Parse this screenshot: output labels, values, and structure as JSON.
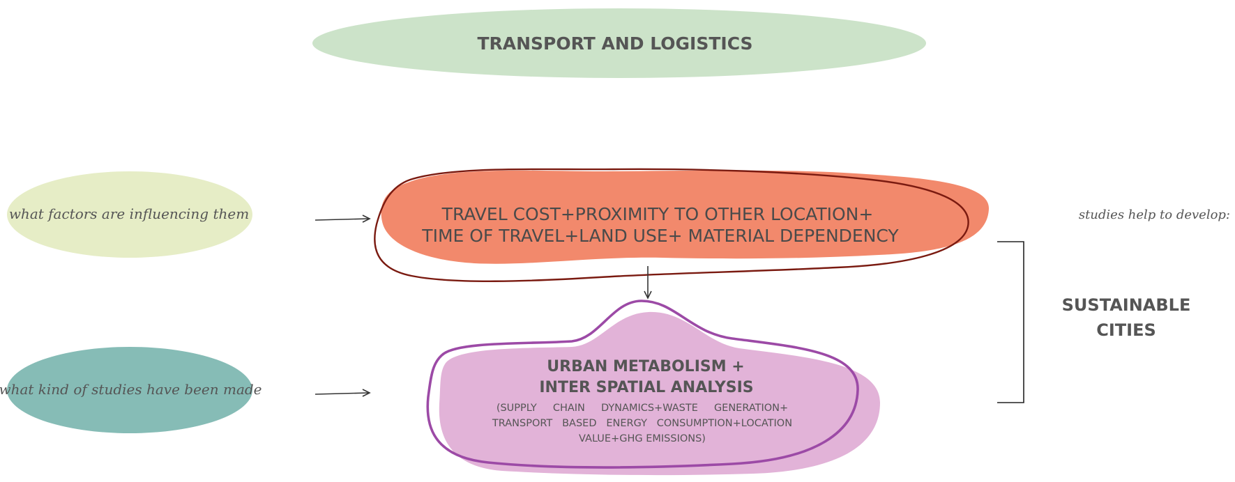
{
  "title": "TRANSPORT AND LOGISTICS",
  "questions": {
    "factors": "what factors are influencing them",
    "studies": "what kind of studies have been made"
  },
  "factors_box": {
    "line1": "TRAVEL COST+PROXIMITY TO OTHER LOCATION+",
    "line2": "TIME OF TRAVEL+LAND USE+ MATERIAL DEPENDENCY"
  },
  "studies_box": {
    "line1": "URBAN METABOLISM +",
    "line2": "INTER SPATIAL ANALYSIS",
    "detail1": "(SUPPLY     CHAIN     DYNAMICS+WASTE     GENERATION+",
    "detail2": "TRANSPORT   BASED   ENERGY   CONSUMPTION+LOCATION",
    "detail3": "VALUE+GHG EMISSIONS)"
  },
  "right_note": "studies help to develop:",
  "outcome": {
    "line1": "SUSTAINABLE",
    "line2": "CITIES"
  },
  "colors": {
    "title_fill": "#cce3c9",
    "factors_q_fill": "#e6edc6",
    "studies_q_fill": "#86bcb6",
    "factors_box_fill": "#f2896c",
    "factors_outline": "#7a1a10",
    "studies_box_fill": "#e2b3d8",
    "studies_outline": "#9c4aa6",
    "text": "#555555"
  }
}
